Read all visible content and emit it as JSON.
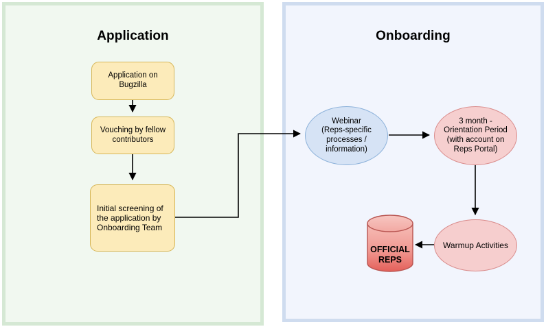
{
  "diagram": {
    "title_left": "Application",
    "title_right": "Onboarding",
    "colors": {
      "panel_application_bg": "#f1f8f0",
      "panel_application_border": "#d5e8d4",
      "panel_onboarding_bg": "#f2f5fd",
      "panel_onboarding_border": "#cfdcef",
      "process_box_fill": "#fcebba",
      "process_box_stroke": "#d6b656",
      "ellipse_blue_fill": "#d6e3f5",
      "ellipse_blue_stroke": "#8ab0d9",
      "ellipse_red_fill": "#f6cfcf",
      "ellipse_red_stroke": "#d98b8b",
      "cylinder_fill_top": "#f4b9b4",
      "cylinder_fill_bottom": "#e8645c",
      "cylinder_stroke": "#b85450",
      "connector_stroke": "#000000"
    },
    "application_nodes": [
      {
        "id": "application-on-bugzilla",
        "label": "Application on\nBugzilla",
        "shape": "rounded-rect"
      },
      {
        "id": "vouching-by-fellow-contributors",
        "label": "Vouching by fellow\ncontributors",
        "shape": "rounded-rect"
      },
      {
        "id": "initial-screening",
        "label": "Initial screening of\nthe application by\nOnboarding Team",
        "shape": "rounded-rect"
      }
    ],
    "onboarding_nodes": [
      {
        "id": "webinar",
        "label": "Webinar\n(Reps-specific\nprocesses /\ninformation)",
        "shape": "ellipse"
      },
      {
        "id": "orientation-period",
        "label": "3 month -\nOrientation Period\n(with account on\nReps Portal)",
        "shape": "ellipse"
      },
      {
        "id": "warmup-activities",
        "label": "Warmup Activities",
        "shape": "ellipse"
      },
      {
        "id": "official-reps",
        "label": "OFFICIAL\nREPS",
        "shape": "cylinder"
      }
    ],
    "connectors": [
      {
        "from": "application-on-bugzilla",
        "to": "vouching-by-fellow-contributors",
        "style": "straight-down-arrow"
      },
      {
        "from": "vouching-by-fellow-contributors",
        "to": "initial-screening",
        "style": "straight-down-arrow"
      },
      {
        "from": "initial-screening",
        "to": "webinar",
        "style": "elbow-right-up-right-arrow"
      },
      {
        "from": "webinar",
        "to": "orientation-period",
        "style": "straight-right-arrow"
      },
      {
        "from": "orientation-period",
        "to": "warmup-activities",
        "style": "straight-down-arrow"
      },
      {
        "from": "warmup-activities",
        "to": "official-reps",
        "style": "straight-left-arrow"
      }
    ]
  }
}
